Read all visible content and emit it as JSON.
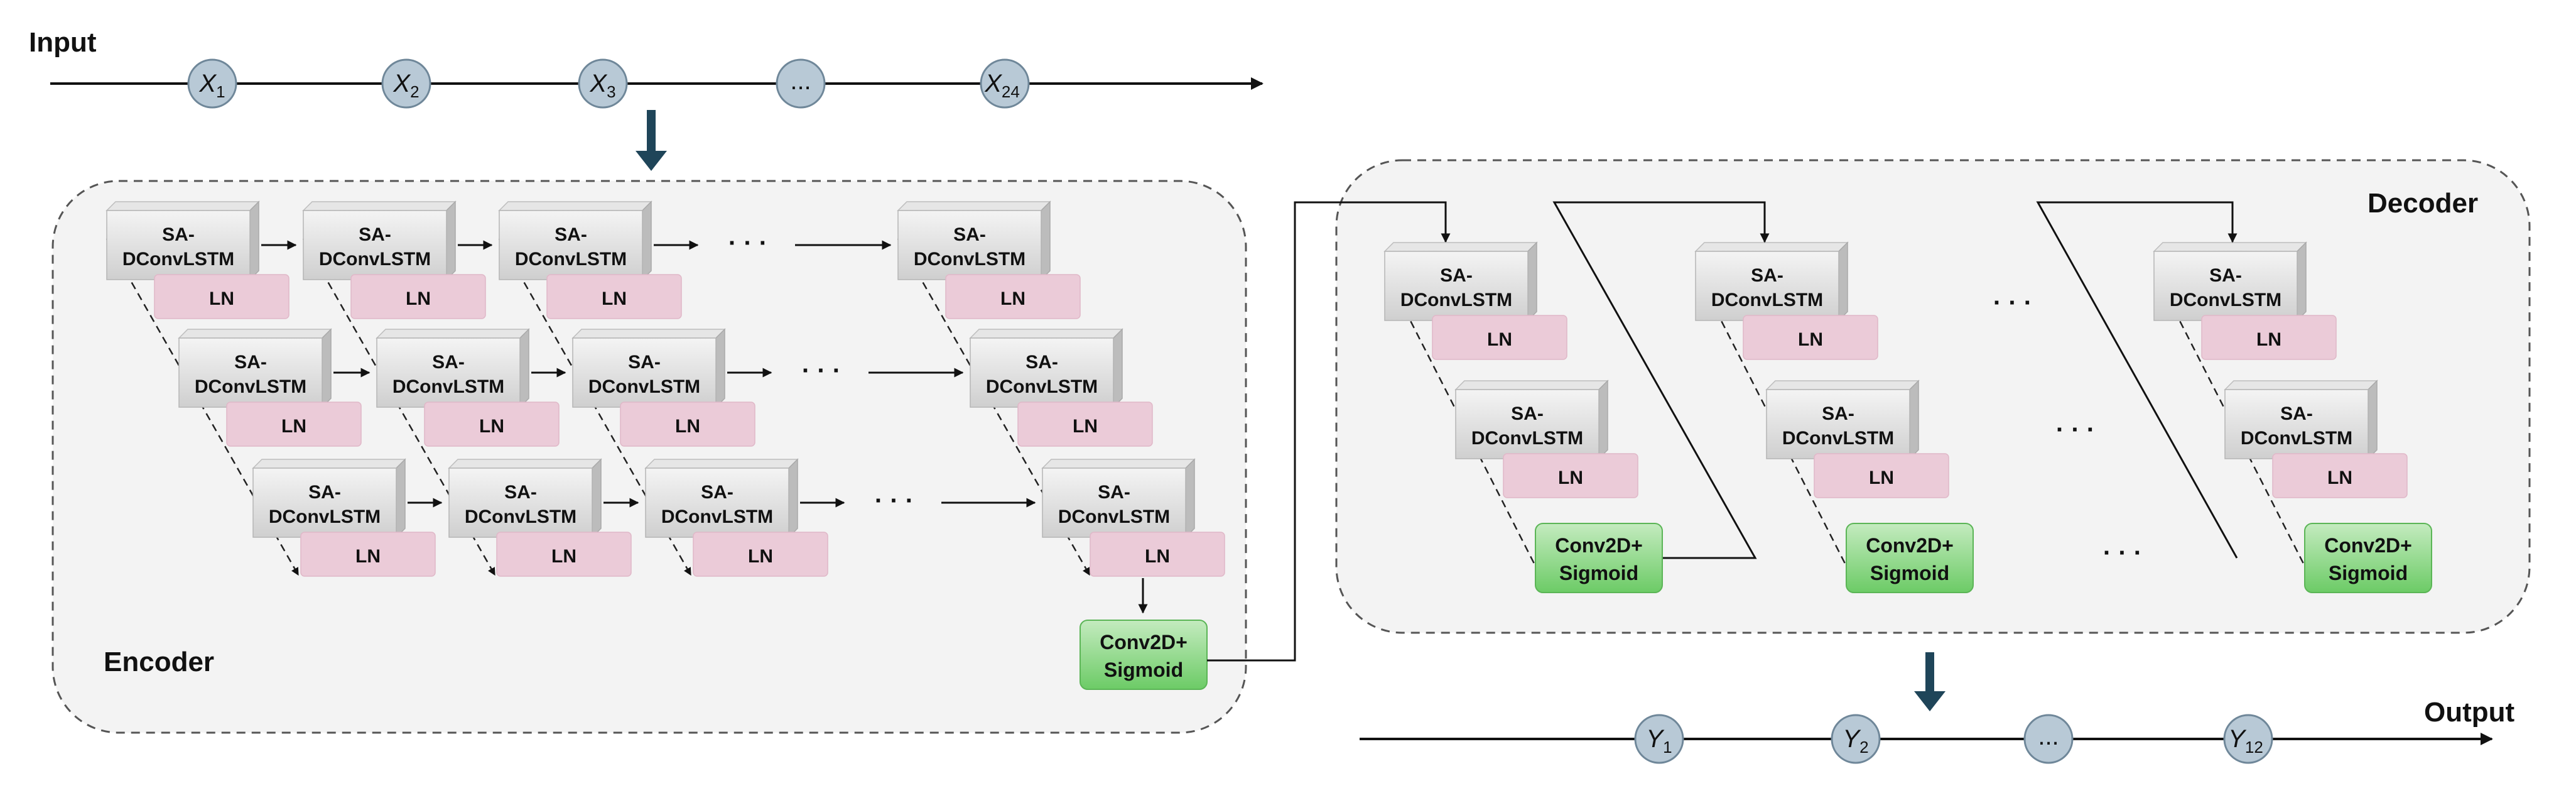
{
  "labels": {
    "input": "Input",
    "output": "Output",
    "encoder": "Encoder",
    "decoder": "Decoder"
  },
  "input_sequence": [
    {
      "sym": "X",
      "sub": "1"
    },
    {
      "sym": "X",
      "sub": "2"
    },
    {
      "sym": "X",
      "sub": "3"
    },
    {
      "sym": "...",
      "sub": ""
    },
    {
      "sym": "X",
      "sub": "24"
    }
  ],
  "output_sequence": [
    {
      "sym": "Y",
      "sub": "1"
    },
    {
      "sym": "Y",
      "sub": "2"
    },
    {
      "sym": "...",
      "sub": ""
    },
    {
      "sym": "Y",
      "sub": "12"
    }
  ],
  "cell": {
    "line1": "SA-",
    "line2": "DConvLSTM",
    "ln": "LN"
  },
  "output_block": {
    "line1": "Conv2D+",
    "line2": "Sigmoid"
  },
  "ellipsis": "· · ·",
  "colors": {
    "node_fill": "#b8c9d6",
    "node_stroke": "#6f8799",
    "down_arrow": "#1f4559",
    "ln_fill": "#ebcbd8",
    "green_top": "#b9e6b3",
    "green_bottom": "#6fcf6a",
    "panel_fill": "#f3f3f3"
  }
}
